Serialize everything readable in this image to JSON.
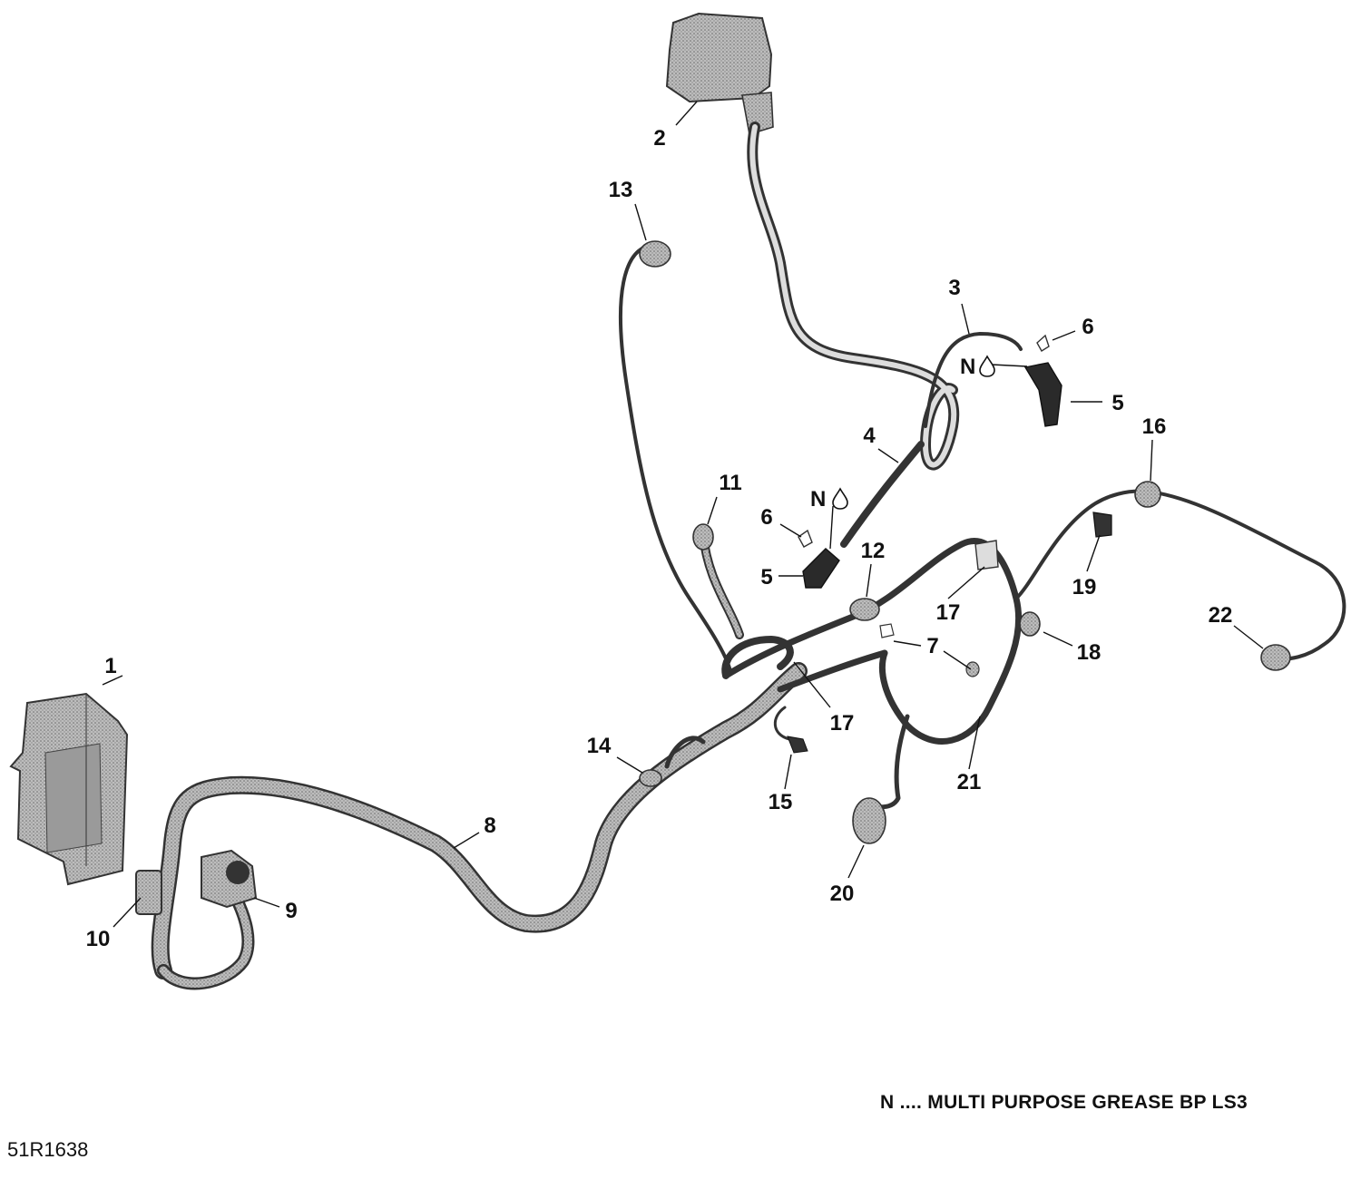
{
  "diagram": {
    "callouts": [
      {
        "id": "1",
        "label": "1"
      },
      {
        "id": "2",
        "label": "2"
      },
      {
        "id": "3",
        "label": "3"
      },
      {
        "id": "4",
        "label": "4"
      },
      {
        "id": "5a",
        "label": "5"
      },
      {
        "id": "5b",
        "label": "5"
      },
      {
        "id": "6a",
        "label": "6"
      },
      {
        "id": "6b",
        "label": "6"
      },
      {
        "id": "7",
        "label": "7"
      },
      {
        "id": "8",
        "label": "8"
      },
      {
        "id": "9",
        "label": "9"
      },
      {
        "id": "10",
        "label": "10"
      },
      {
        "id": "11",
        "label": "11"
      },
      {
        "id": "12",
        "label": "12"
      },
      {
        "id": "13",
        "label": "13"
      },
      {
        "id": "14",
        "label": "14"
      },
      {
        "id": "15",
        "label": "15"
      },
      {
        "id": "16",
        "label": "16"
      },
      {
        "id": "17a",
        "label": "17"
      },
      {
        "id": "17b",
        "label": "17"
      },
      {
        "id": "18",
        "label": "18"
      },
      {
        "id": "19",
        "label": "19"
      },
      {
        "id": "20",
        "label": "20"
      },
      {
        "id": "21",
        "label": "21"
      },
      {
        "id": "22",
        "label": "22"
      }
    ],
    "grease_marks": [
      {
        "id": "na",
        "label": "N"
      },
      {
        "id": "nb",
        "label": "N"
      }
    ],
    "note": "N .... MULTI PURPOSE GREASE BP LS3",
    "figure_id": "51R1638"
  }
}
